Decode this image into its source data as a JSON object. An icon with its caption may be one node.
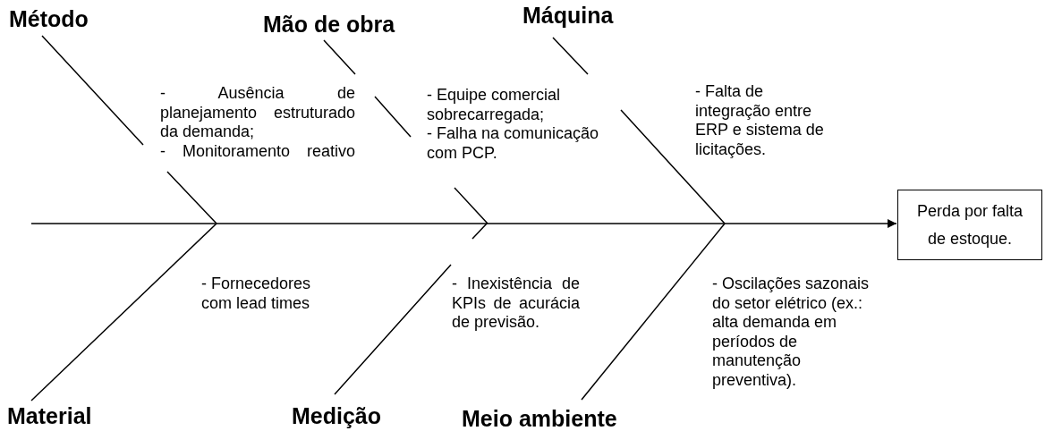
{
  "diagram": {
    "nodes": [
      {
        "text": [
          "Método"
        ]
      },
      {
        "text": [
          "Mão de obra"
        ]
      },
      {
        "text": [
          "Máquina"
        ]
      },
      {
        "text": [
          "Material"
        ]
      },
      {
        "text": [
          "Medição"
        ]
      },
      {
        "text": [
          "Meio ambiente"
        ]
      },
      {
        "text": [
          "Perda por falta de estoque."
        ]
      }
    ],
    "edges": [
      {
        "from": 0,
        "to": null,
        "arrow": "none"
      },
      {
        "from": 1,
        "to": null,
        "arrow": "none"
      },
      {
        "from": 2,
        "to": null,
        "arrow": "none"
      },
      {
        "from": 3,
        "to": null,
        "arrow": "none"
      },
      {
        "from": 4,
        "to": null,
        "arrow": "none"
      },
      {
        "from": 5,
        "to": null,
        "arrow": "none"
      },
      {
        "from": null,
        "to": 6,
        "arrow": "to"
      }
    ],
    "labels": [
      "- Ausência de planejamento estruturado da demanda;",
      "- Monitoramento reativo",
      "- Equipe comercial sobrecarregada;",
      "- Falha na comunicação com PCP.",
      "- Falta de integração entre ERP e sistema de licitações.",
      "- Fornecedores com lead times",
      "- Inexistência de KPIs de acurácia de previsão.",
      "- Oscilações sazonais do setor elétrico (ex.: alta demanda em períodos de manutenção preventiva)."
    ]
  }
}
